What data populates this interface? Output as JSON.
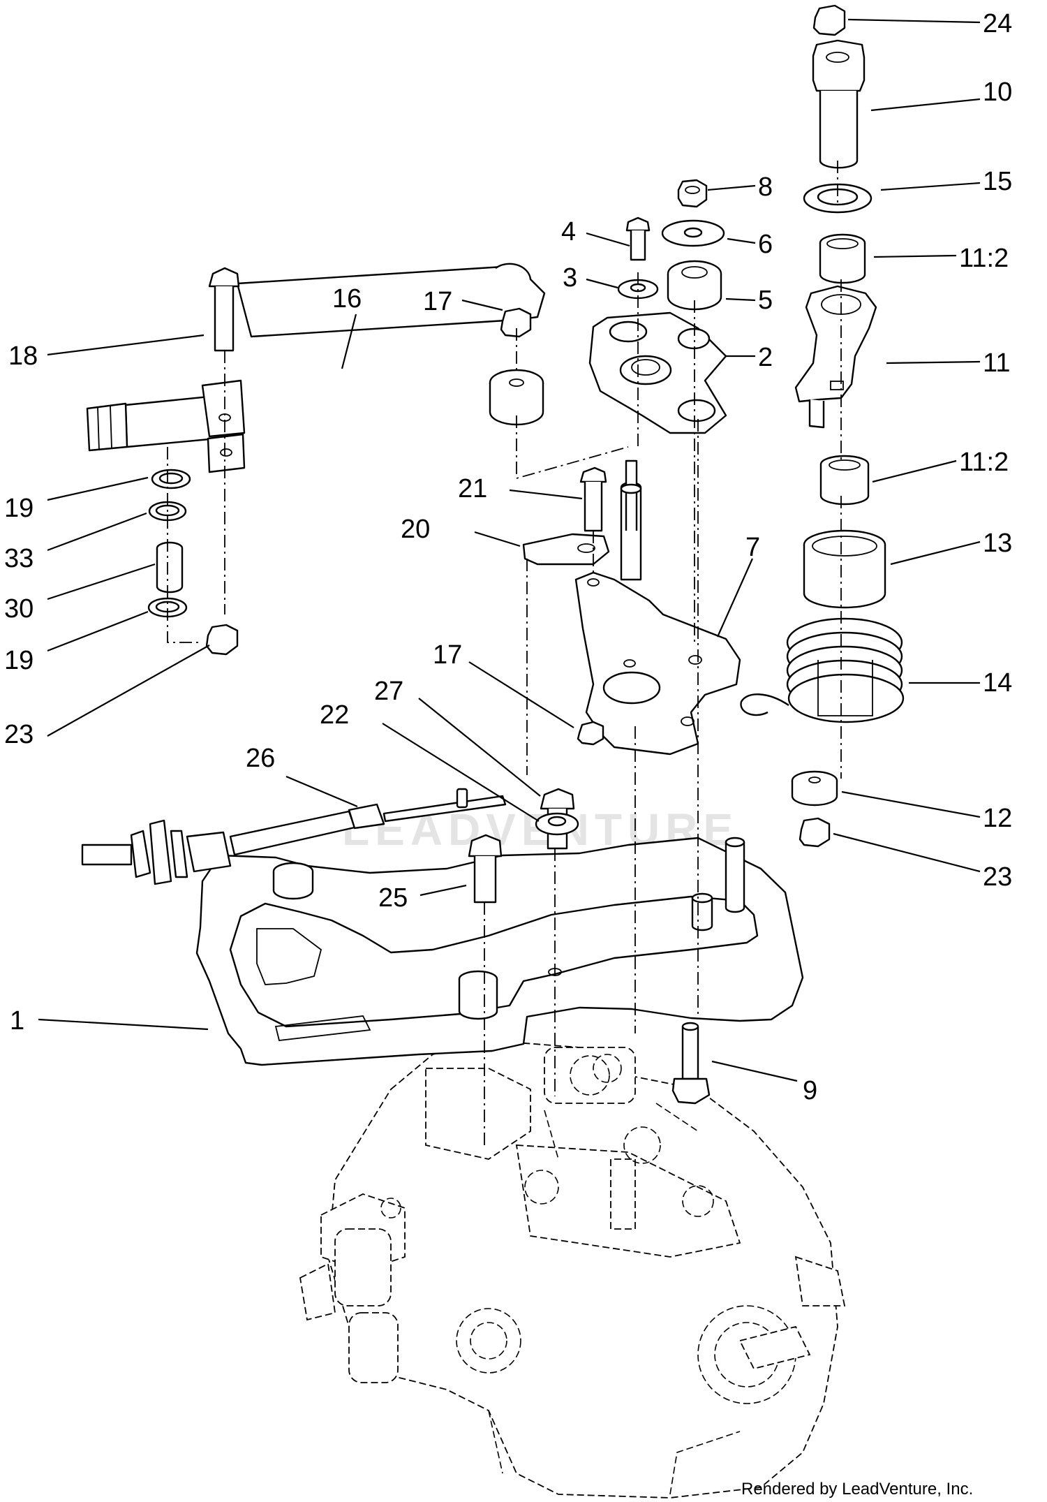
{
  "credit": "Rendered by LeadVenture, Inc.",
  "watermark": "LEADVENTURE",
  "callouts": [
    {
      "id": "c24",
      "label": "24"
    },
    {
      "id": "c10",
      "label": "10"
    },
    {
      "id": "c15",
      "label": "15"
    },
    {
      "id": "c8",
      "label": "8"
    },
    {
      "id": "c6",
      "label": "6"
    },
    {
      "id": "c4",
      "label": "4"
    },
    {
      "id": "c11-2a",
      "label": "11:2"
    },
    {
      "id": "c3",
      "label": "3"
    },
    {
      "id": "c5",
      "label": "5"
    },
    {
      "id": "c17a",
      "label": "17"
    },
    {
      "id": "c16",
      "label": "16"
    },
    {
      "id": "c2",
      "label": "2"
    },
    {
      "id": "c18",
      "label": "18"
    },
    {
      "id": "c11",
      "label": "11"
    },
    {
      "id": "c11-2b",
      "label": "11:2"
    },
    {
      "id": "c21",
      "label": "21"
    },
    {
      "id": "c19a",
      "label": "19"
    },
    {
      "id": "c20",
      "label": "20"
    },
    {
      "id": "c13",
      "label": "13"
    },
    {
      "id": "c33",
      "label": "33"
    },
    {
      "id": "c7",
      "label": "7"
    },
    {
      "id": "c30",
      "label": "30"
    },
    {
      "id": "c19b",
      "label": "19"
    },
    {
      "id": "c17b",
      "label": "17"
    },
    {
      "id": "c14",
      "label": "14"
    },
    {
      "id": "c27",
      "label": "27"
    },
    {
      "id": "c22",
      "label": "22"
    },
    {
      "id": "c23a",
      "label": "23"
    },
    {
      "id": "c26",
      "label": "26"
    },
    {
      "id": "c12",
      "label": "12"
    },
    {
      "id": "c23b",
      "label": "23"
    },
    {
      "id": "c25",
      "label": "25"
    },
    {
      "id": "c1",
      "label": "1"
    },
    {
      "id": "c9",
      "label": "9"
    }
  ]
}
